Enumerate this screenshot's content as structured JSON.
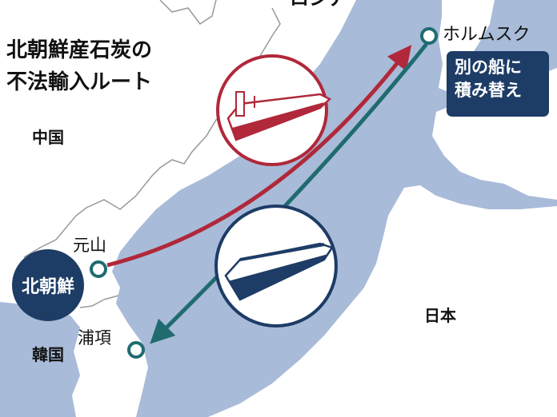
{
  "title": {
    "line1": "北朝鮮産石炭の",
    "line2": "不法輸入ルート"
  },
  "countries": {
    "russia": "ロシア",
    "china": "中国",
    "north_korea": "北朝鮮",
    "south_korea": "韓国",
    "japan": "日本"
  },
  "places": {
    "kholmsk": "ホルムスク",
    "wonsan": "元山",
    "pohang": "浦項"
  },
  "note": {
    "line1": "別の船に",
    "line2": "積み替え"
  },
  "colors": {
    "sea": "#a8bbd8",
    "land": "#ffffff",
    "route_out": "#b0283a",
    "route_back": "#1f6b70",
    "label_box": "#1d3c66"
  },
  "icons": [
    "ship-icon-red",
    "ship-icon-navy"
  ]
}
